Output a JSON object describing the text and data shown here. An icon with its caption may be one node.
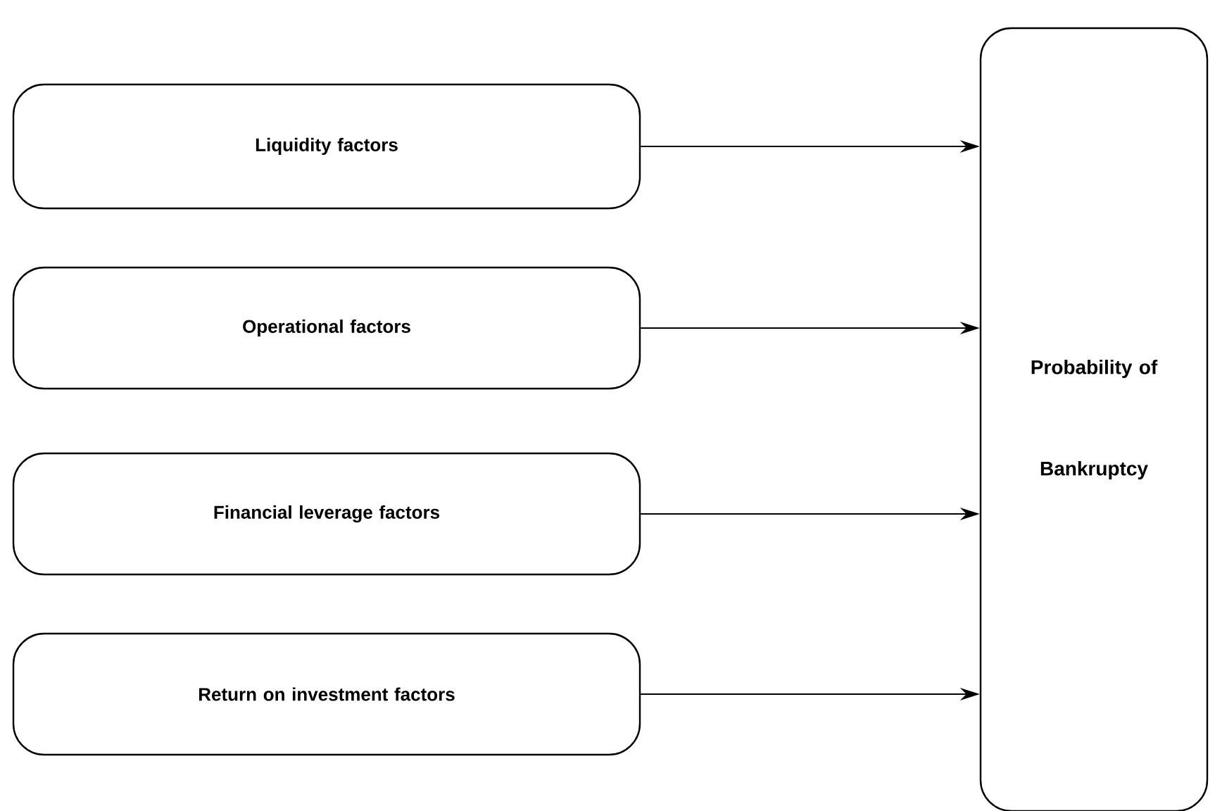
{
  "diagram": {
    "nodes": [
      {
        "text": [
          "Liquidity factors"
        ]
      },
      {
        "text": [
          "Operational factors"
        ]
      },
      {
        "text": [
          "Financial leverage factors"
        ]
      },
      {
        "text": [
          "Return on investment factors"
        ]
      },
      {
        "text": [
          "Probability of Bankruptcy"
        ]
      }
    ],
    "edges": [
      {
        "from": 0,
        "to": 4,
        "arrow": "to"
      },
      {
        "from": 1,
        "to": 4,
        "arrow": "to"
      },
      {
        "from": 2,
        "to": 4,
        "arrow": "to"
      },
      {
        "from": 3,
        "to": 4,
        "arrow": "to"
      }
    ]
  }
}
